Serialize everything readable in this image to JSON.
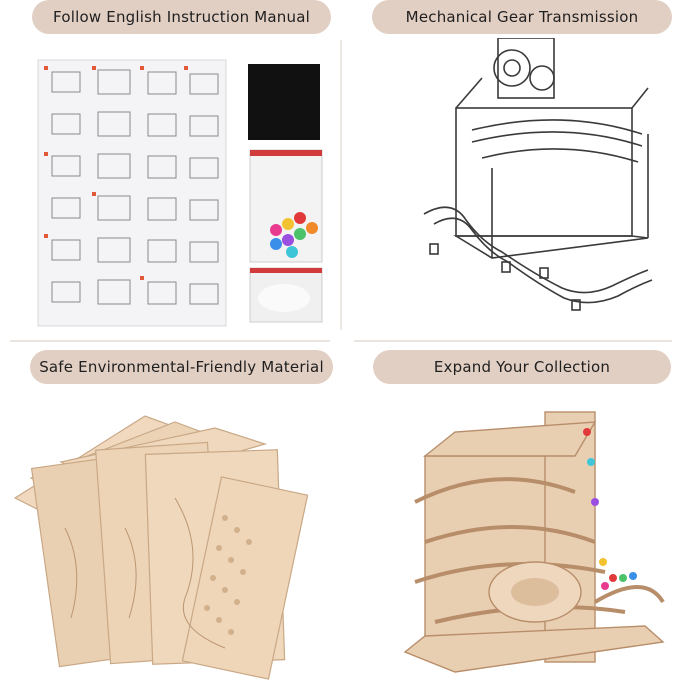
{
  "panels": [
    {
      "label": "Follow English Instruction Manual"
    },
    {
      "label": "Mechanical Gear Transmission"
    },
    {
      "label": "Safe Environmental-Friendly Material"
    },
    {
      "label": "Expand Your Collection"
    }
  ],
  "colors": {
    "pill_background": "#e2cfc4",
    "wood": "#e8cdb0",
    "wood_dark": "#b88e6a",
    "line_art": "#3a3a3a",
    "foam": "#111111"
  },
  "icons": {
    "manual": "instruction-sheet-icon",
    "gear": "gear-assembly-line-art",
    "material": "wood-sheets-image",
    "collection": "marble-run-image"
  }
}
